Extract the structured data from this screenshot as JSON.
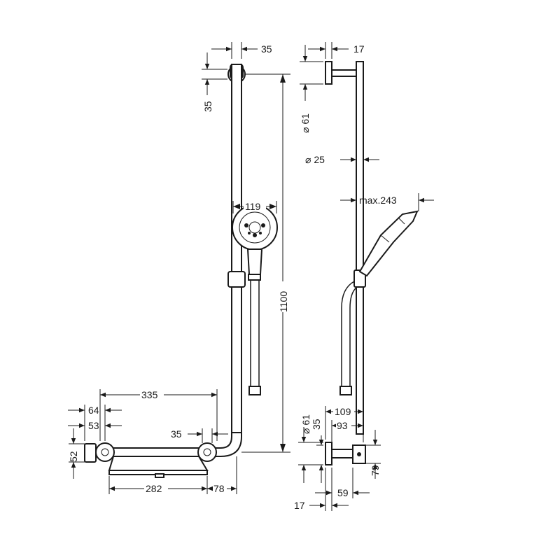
{
  "front_view": {
    "dims": {
      "wall_bracket_width": "35",
      "wall_bracket_offset": "35",
      "head_diameter": "119",
      "rail_height": "1100",
      "grab_bar_length": "335",
      "handle_offset_64": "64",
      "handle_offset_53": "53",
      "bracket_height": "52",
      "elbow_width": "35",
      "shelf_width": "282",
      "shelf_offset": "78"
    }
  },
  "side_view": {
    "dims": {
      "bracket_depth": "17",
      "rosette_diameter": "⌀ 61",
      "rail_diameter": "⌀ 25",
      "max_projection": "max.243",
      "bottom_rosette_diameter": "⌀ 61",
      "bottom_depth": "109",
      "bottom_offset_35": "35",
      "bottom_offset_93": "93",
      "bottom_height": "79",
      "bottom_width": "59",
      "bottom_depth_17": "17"
    }
  }
}
